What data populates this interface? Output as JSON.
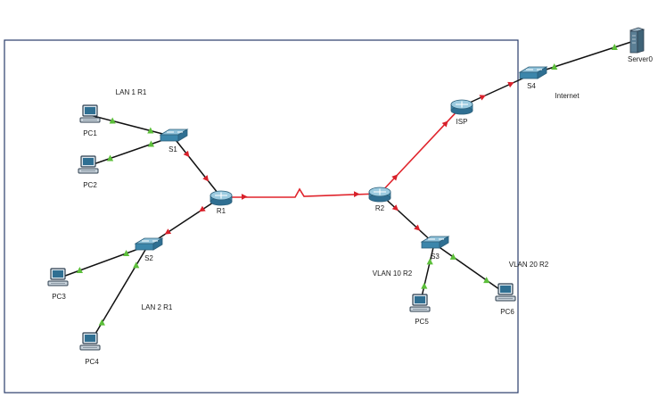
{
  "nodes": [
    {
      "id": "PC1",
      "label": "PC1",
      "icon": "pc-icon"
    },
    {
      "id": "PC2",
      "label": "PC2",
      "icon": "pc-icon"
    },
    {
      "id": "S1",
      "label": "S1",
      "icon": "switch-icon"
    },
    {
      "id": "R1",
      "label": "R1",
      "icon": "router-icon"
    },
    {
      "id": "S2",
      "label": "S2",
      "icon": "switch-icon"
    },
    {
      "id": "PC3",
      "label": "PC3",
      "icon": "pc-icon"
    },
    {
      "id": "PC4",
      "label": "PC4",
      "icon": "pc-icon"
    },
    {
      "id": "R2",
      "label": "R2",
      "icon": "router-icon"
    },
    {
      "id": "ISP",
      "label": "ISP",
      "icon": "router-icon"
    },
    {
      "id": "S4",
      "label": "S4",
      "icon": "switch-icon"
    },
    {
      "id": "Server0",
      "label": "Server0",
      "icon": "server-icon"
    },
    {
      "id": "S3",
      "label": "S3",
      "icon": "switch-icon"
    },
    {
      "id": "PC5",
      "label": "PC5",
      "icon": "pc-icon"
    },
    {
      "id": "PC6",
      "label": "PC6",
      "icon": "pc-icon"
    }
  ],
  "links": [
    {
      "from": "PC1",
      "to": "S1",
      "type": "ethernet",
      "status": "up"
    },
    {
      "from": "PC2",
      "to": "S1",
      "type": "ethernet",
      "status": "up"
    },
    {
      "from": "S1",
      "to": "R1",
      "type": "ethernet",
      "status": "down"
    },
    {
      "from": "R1",
      "to": "S2",
      "type": "ethernet",
      "status": "down"
    },
    {
      "from": "S2",
      "to": "PC3",
      "type": "ethernet",
      "status": "up"
    },
    {
      "from": "S2",
      "to": "PC4",
      "type": "ethernet",
      "status": "up"
    },
    {
      "from": "R1",
      "to": "R2",
      "type": "serial",
      "status": "down"
    },
    {
      "from": "R2",
      "to": "ISP",
      "type": "serial",
      "status": "down"
    },
    {
      "from": "ISP",
      "to": "S4",
      "type": "ethernet",
      "status": "down"
    },
    {
      "from": "S4",
      "to": "Server0",
      "type": "ethernet",
      "status": "up"
    },
    {
      "from": "R2",
      "to": "S3",
      "type": "ethernet",
      "status": "down"
    },
    {
      "from": "S3",
      "to": "PC5",
      "type": "ethernet",
      "status": "up"
    },
    {
      "from": "S3",
      "to": "PC6",
      "type": "ethernet",
      "status": "up"
    }
  ],
  "notes": [
    {
      "id": "lan1",
      "text": "LAN 1 R1"
    },
    {
      "id": "lan2",
      "text": "LAN 2 R1"
    },
    {
      "id": "internet",
      "text": "Internet"
    },
    {
      "id": "vlan10",
      "text": "VLAN 10 R2"
    },
    {
      "id": "vlan20",
      "text": "VLAN 20 R2"
    }
  ],
  "colors": {
    "link_up": "#5cbf3a",
    "link_down": "#d8202a",
    "cable": "#111111",
    "serial": "#e0242c",
    "area_border": "#2a3d6b",
    "device": "#3a7a9c"
  }
}
